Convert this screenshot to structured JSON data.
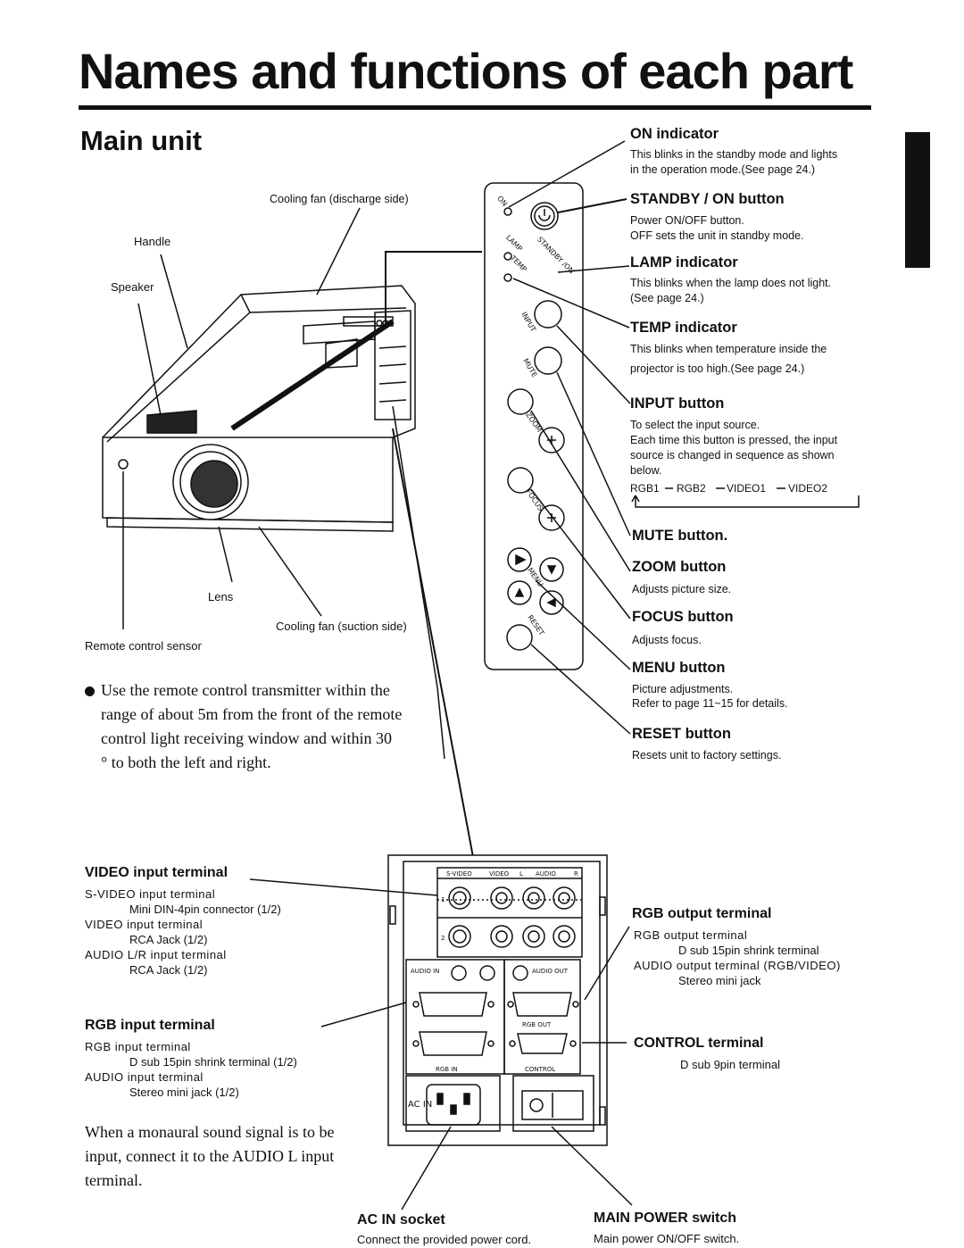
{
  "title": "Names and functions of each part",
  "section": "Main unit",
  "projector_labels": {
    "cooling_fan_discharge": "Cooling fan (discharge side)",
    "handle": "Handle",
    "speaker": "Speaker",
    "lens": "Lens",
    "cooling_fan_suction": "Cooling fan (suction side)",
    "remote_sensor": "Remote control sensor"
  },
  "panel_labels": {
    "on": "ON",
    "standby_on": "STANDBY /ON",
    "lamp": "LAMP",
    "temp": "TEMP",
    "input": "INPUT",
    "mute": "MUTE",
    "zoom": "ZOOM",
    "focus": "FOCUS",
    "menu": "MENU",
    "reset": "RESET"
  },
  "functions": [
    {
      "name": "ON indicator",
      "lines": [
        "This blinks in the standby mode and lights",
        "in the operation mode.(See page 24.)"
      ]
    },
    {
      "name": "STANDBY / ON button",
      "lines": [
        "Power ON/OFF button.",
        "OFF sets the unit in standby mode."
      ]
    },
    {
      "name": "LAMP indicator",
      "lines": [
        "This blinks when the lamp does not light.",
        "(See page 24.)"
      ]
    },
    {
      "name": "TEMP indicator",
      "lines": [
        "This blinks when temperature inside the",
        "projector is too high.(See page 24.)"
      ]
    },
    {
      "name": "INPUT button",
      "lines": [
        "To select the input source.",
        "Each time this button is pressed, the input",
        "source is changed in sequence as shown",
        "below."
      ]
    },
    {
      "name": "MUTE button.",
      "lines": []
    },
    {
      "name": "ZOOM button",
      "lines": [
        "Adjusts picture size."
      ]
    },
    {
      "name": "FOCUS button",
      "lines": [
        "Adjusts focus."
      ]
    },
    {
      "name": "MENU button",
      "lines": [
        "Picture adjustments.",
        "Refer to page 11~15 for details."
      ]
    },
    {
      "name": "RESET button",
      "lines": [
        "Resets unit to factory settings."
      ]
    }
  ],
  "input_sequence": [
    "RGB1",
    "RGB2",
    "VIDEO1",
    "VIDEO2"
  ],
  "remote_note": [
    "Use the remote control transmitter within the",
    "range of about 5m from the front of the remote",
    "control light receiving window and within 30",
    "° to both the left and right."
  ],
  "terminals": {
    "video": {
      "name": "VIDEO input terminal",
      "lines": [
        "S-VIDEO input terminal",
        "Mini DIN-4pin connector (1/2)",
        "VIDEO input terminal",
        "RCA Jack (1/2)",
        "AUDIO L/R input terminal",
        "RCA Jack (1/2)"
      ]
    },
    "rgb_in": {
      "name": "RGB input terminal",
      "lines": [
        "RGB input terminal",
        "D sub 15pin shrink terminal (1/2)",
        "AUDIO input terminal",
        "Stereo mini jack (1/2)"
      ]
    },
    "rgb_out": {
      "name": "RGB output terminal",
      "lines": [
        "RGB output terminal",
        "D sub 15pin shrink terminal",
        "AUDIO output terminal (RGB/VIDEO)",
        "Stereo mini jack"
      ]
    },
    "control": {
      "name": "CONTROL terminal",
      "lines": [
        "D sub 9pin terminal"
      ]
    },
    "ac": {
      "name": "AC IN socket",
      "lines": [
        "Connect the provided power cord."
      ]
    },
    "power": {
      "name": "MAIN POWER switch",
      "lines": [
        "Main power ON/OFF switch."
      ]
    }
  },
  "monaural_note": "When a monaural sound signal is to be input, connect it to the AUDIO L input terminal.",
  "rear_panel": {
    "s_video": "S-VIDEO",
    "video": "VIDEO",
    "l": "L",
    "audio": "AUDIO",
    "r": "R",
    "audio_in": "AUDIO IN",
    "audio_out": "AUDIO OUT",
    "rgb_out": "RGB OUT",
    "rgb_in": "RGB IN",
    "control": "CONTROL",
    "ac_in": "AC IN",
    "n1": "1",
    "n2": "2"
  }
}
